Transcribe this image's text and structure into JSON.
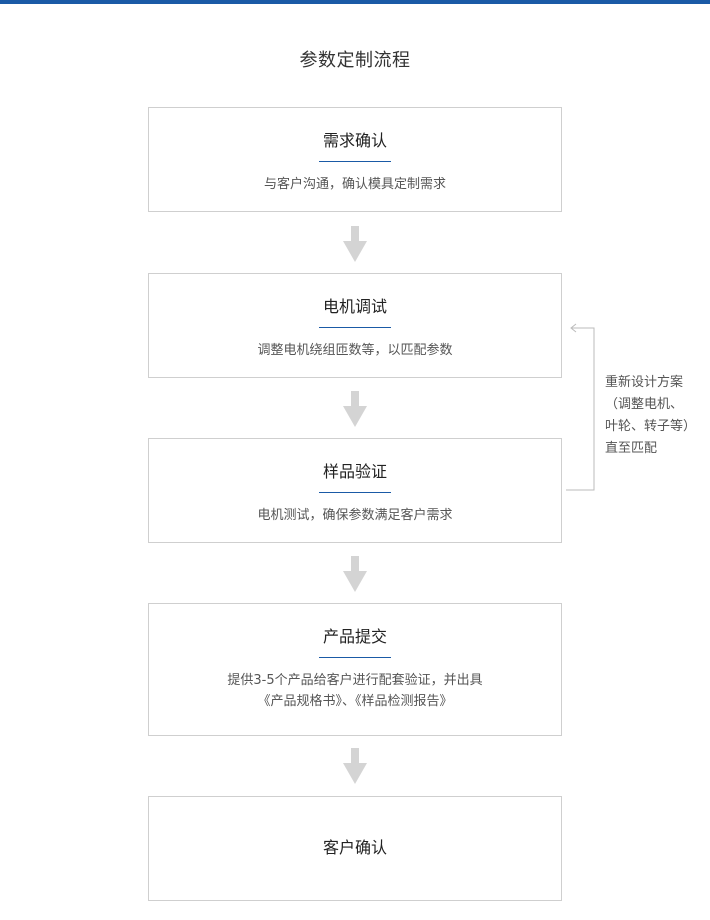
{
  "title": "参数定制流程",
  "steps": [
    {
      "title": "需求确认",
      "desc": [
        "与客户沟通，确认模具定制需求"
      ]
    },
    {
      "title": "电机调试",
      "desc": [
        "调整电机绕组匝数等，以匹配参数"
      ]
    },
    {
      "title": "样品验证",
      "desc": [
        "电机测试，确保参数满足客户需求"
      ]
    },
    {
      "title": "产品提交",
      "desc": [
        "提供3-5个产品给客户进行配套验证，并出具",
        "《产品规格书》、《样品检测报告》"
      ]
    },
    {
      "title": "客户确认",
      "desc": []
    }
  ],
  "side_note": {
    "lines": [
      "重新设计方案",
      "（调整电机、",
      "叶轮、转子等）",
      "直至匹配"
    ]
  },
  "colors": {
    "accent": "#1a5aa6",
    "arrow": "#d4d4d4",
    "border": "#cfcfcf",
    "feedback_line": "#bbbbbb"
  }
}
